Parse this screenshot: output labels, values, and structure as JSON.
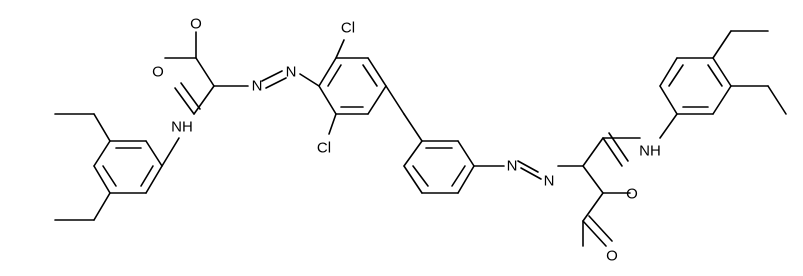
{
  "atom_labels": {
    "o_acetyl_left": "O",
    "o_amide_left": "O",
    "nh_left": "NH",
    "n1_left": "N",
    "n2_left": "N",
    "cl_top": "Cl",
    "cl_bottom": "Cl",
    "n1_right": "N",
    "n2_right": "N",
    "nh_right": "NH",
    "o_amide_right": "O",
    "o_acetyl_right": "O"
  },
  "colors": {
    "bond": "#000000",
    "text": "#000000",
    "background": "#ffffff"
  }
}
